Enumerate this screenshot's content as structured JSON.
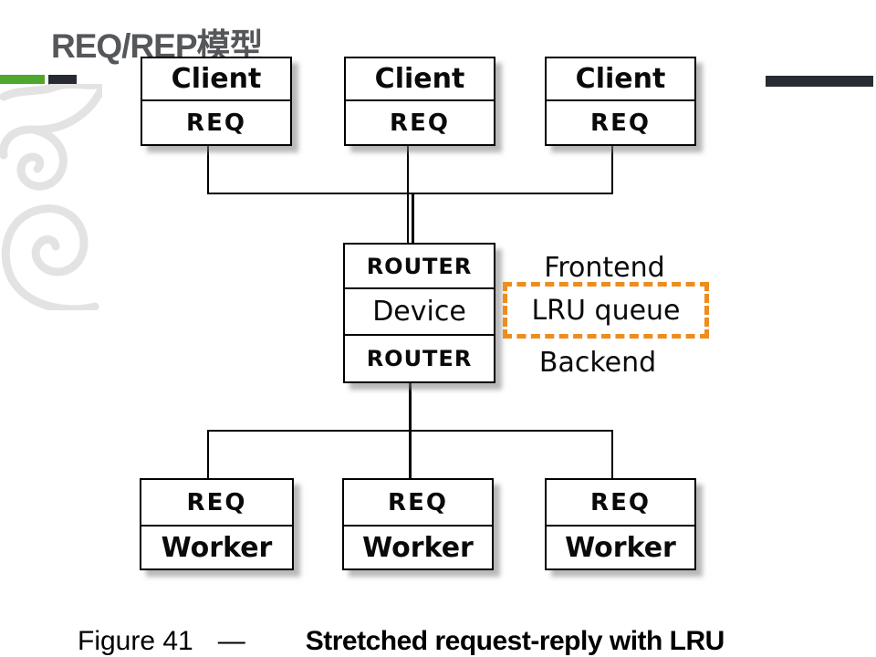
{
  "title": {
    "text": "REQ/REP模型"
  },
  "decor": {
    "green_bar_color": "#4fa82c",
    "dark_bar_color": "#272a32",
    "header_rule_color": "#272b33",
    "watermark_color": "#e3e3e3",
    "title_color": "#55575a"
  },
  "diagram": {
    "clients": [
      {
        "role": "Client",
        "socket": "REQ"
      },
      {
        "role": "Client",
        "socket": "REQ"
      },
      {
        "role": "Client",
        "socket": "REQ"
      }
    ],
    "broker": {
      "top": "ROUTER",
      "middle": "Device",
      "bottom": "ROUTER"
    },
    "workers": [
      {
        "socket": "REQ",
        "role": "Worker"
      },
      {
        "socket": "REQ",
        "role": "Worker"
      },
      {
        "socket": "REQ",
        "role": "Worker"
      }
    ],
    "annotations": {
      "frontend": "Frontend",
      "lru_queue": "LRU queue",
      "backend": "Backend"
    },
    "accent_orange": "#ee8c1e",
    "line_color": "#000000"
  },
  "caption": {
    "figure_label": "Figure 41",
    "dash": "—",
    "title": "Stretched request-reply with LRU"
  }
}
